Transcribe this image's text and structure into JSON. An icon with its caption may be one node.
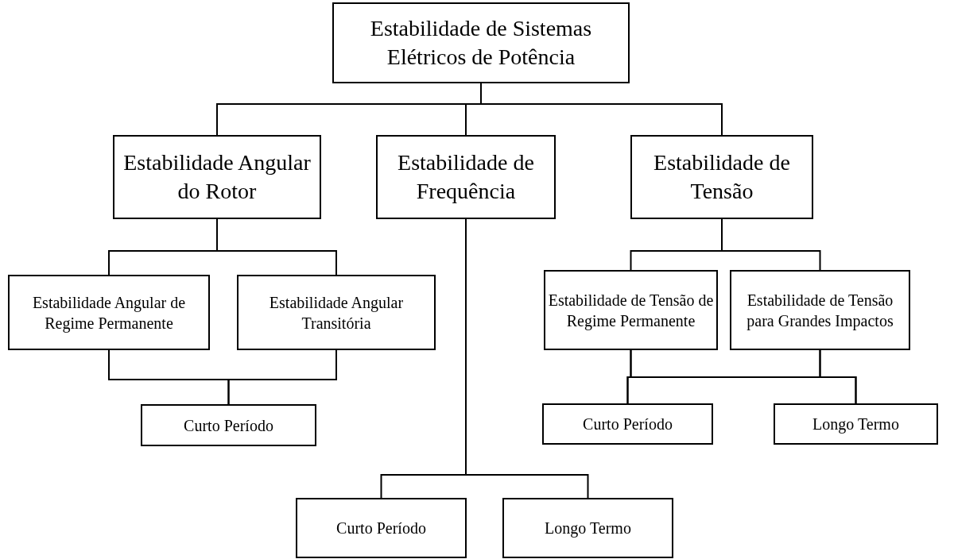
{
  "diagram": {
    "nodes": [
      {
        "text": [
          "Estabilidade de Sistemas Elétricos de Potência"
        ]
      },
      {
        "text": [
          "Estabilidade Angular do Rotor"
        ]
      },
      {
        "text": [
          "Estabilidade de Frequência"
        ]
      },
      {
        "text": [
          "Estabilidade de Tensão"
        ]
      },
      {
        "text": [
          "Estabilidade Angular de Regime Permanente"
        ]
      },
      {
        "text": [
          "Estabilidade Angular Transitória"
        ]
      },
      {
        "text": [
          "Curto Período"
        ]
      },
      {
        "text": [
          "Estabilidade de Tensão de Regime Permanente"
        ]
      },
      {
        "text": [
          "Estabilidade de Tensão para Grandes Impactos"
        ]
      },
      {
        "text": [
          "Curto Período"
        ]
      },
      {
        "text": [
          "Longo Termo"
        ]
      },
      {
        "text": [
          "Curto Período"
        ]
      },
      {
        "text": [
          "Longo Termo"
        ]
      }
    ],
    "edges": [
      {
        "from": 0,
        "to": 1,
        "arrow": "none"
      },
      {
        "from": 0,
        "to": 2,
        "arrow": "none"
      },
      {
        "from": 0,
        "to": 3,
        "arrow": "none"
      },
      {
        "from": 1,
        "to": 4,
        "arrow": "none"
      },
      {
        "from": 1,
        "to": 5,
        "arrow": "none"
      },
      {
        "from": 4,
        "to": 6,
        "arrow": "none"
      },
      {
        "from": 5,
        "to": 6,
        "arrow": "none"
      },
      {
        "from": 2,
        "to": 11,
        "arrow": "none"
      },
      {
        "from": 2,
        "to": 12,
        "arrow": "none"
      },
      {
        "from": 3,
        "to": 7,
        "arrow": "none"
      },
      {
        "from": 3,
        "to": 8,
        "arrow": "none"
      },
      {
        "from": 7,
        "to": 9,
        "arrow": "none"
      },
      {
        "from": 7,
        "to": 10,
        "arrow": "none"
      },
      {
        "from": 8,
        "to": 9,
        "arrow": "none"
      },
      {
        "from": 8,
        "to": 10,
        "arrow": "none"
      }
    ]
  }
}
